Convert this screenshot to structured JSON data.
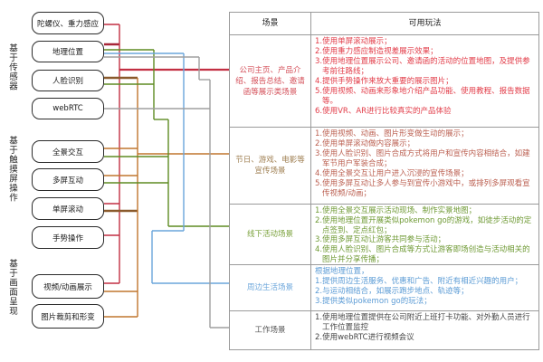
{
  "diagram": {
    "categories": [
      {
        "label": "基于传感器"
      },
      {
        "label": "基于触摸屏操作"
      },
      {
        "label": "基于画面呈现"
      }
    ],
    "boxes": [
      {
        "label": "陀螺仪、重力感应"
      },
      {
        "label": "地理位置"
      },
      {
        "label": "人脸识别"
      },
      {
        "label": "webRTC"
      },
      {
        "label": "全景交互"
      },
      {
        "label": "多屏互动"
      },
      {
        "label": "单屏滚动"
      },
      {
        "label": "手势操作"
      },
      {
        "label": "视频/动画展示"
      },
      {
        "label": "图片裁剪和形变"
      }
    ]
  },
  "table": {
    "headers": [
      "场景",
      "可用玩法"
    ],
    "rows": [
      {
        "scenario": "公司主页、产品介绍、报告总结、邀请函等展示类场景",
        "color": "#e23c48",
        "items": [
          "1.使用单屏滚动展示；",
          "2.使用重力感应制造视差展示效果；",
          "3.使用地理位置展示公司、邀请函的活动的位置地图，及提供参考前往路线；",
          "4.提供手势操作来放大重要的展示图片；",
          "5.使用视频、动画来形象地介绍产品功能、使用教程、报告数据等。",
          "6.使用VR、AR进行比较真实的产品体验"
        ]
      },
      {
        "scenario": "节日、游戏、电影等宣传场景",
        "color": "#bb5f50",
        "items": [
          "1.使用视频、动画、图片形变做生动的展示；",
          "2.使用单屏滚动做内容展示；",
          "3.使用人脸识别、图片合成方式将用户和宣传内容相结合，如建军节用户军装合成；",
          "4.使用全景交互让用户进入沉浸的宣传场景；",
          "5.使用多屏互动让多人参与到宣传小游戏中，或排列多屏观看宣传视频/动画；"
        ]
      },
      {
        "scenario": "线下活动场景",
        "color": "#6f9a35",
        "items": [
          "1.使用全景交互展示活动现场、制作实景地图；",
          "2.使用地理位置开展类似pokemon go的游戏，如徒步活动的定点签到、定点红包；",
          "3.使用多屏互动让游客共同参与活动；",
          "4.使用人脸识别、图片合成等方式让游客即场创造与活动相关的图片并分享传播；"
        ]
      },
      {
        "scenario": "周边生活场景",
        "color": "#5b9bd5",
        "items": [
          "根据地理位置，",
          "1.提供周边生活服务、优惠和广告、附近有相近兴趣的用户；",
          "2.与运动相结合，如展示跑步地点、轨迹等；",
          "3.提供类似pokemon go的玩法；"
        ]
      },
      {
        "scenario": "工作场景",
        "color": "#474747",
        "items": [
          "1.使用地理位置提供在公司附近上班打卡功能、对外勤人员进行工作位置监控",
          "2.使用webRTC进行视频会议"
        ]
      }
    ]
  },
  "colors": {
    "wire_red": "#c22f42",
    "wire_dark_brown": "#8a5a2c",
    "wire_orange": "#c0762e",
    "wire_green": "#5e8b22",
    "wire_blue": "#6aa5dc",
    "wire_gray": "#9f9f9f",
    "table_border": "#9a9a9a"
  }
}
